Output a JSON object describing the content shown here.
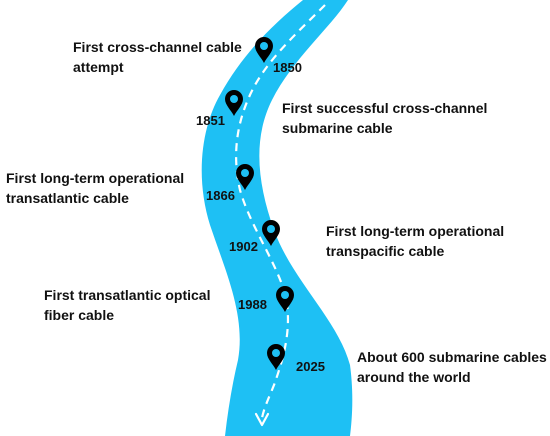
{
  "river": {
    "fill_color": "#1ec0f4",
    "path_color": "#ffffff",
    "marker_color": "#000000"
  },
  "milestones": [
    {
      "year": "1850",
      "label_lines": [
        "First cross-channel cable",
        "attempt"
      ]
    },
    {
      "year": "1851",
      "label_lines": [
        "First successful cross-channel",
        "submarine cable"
      ]
    },
    {
      "year": "1866",
      "label_lines": [
        "First long-term operational",
        "transatlantic cable"
      ]
    },
    {
      "year": "1902",
      "label_lines": [
        "First long-term operational",
        "transpacific cable"
      ]
    },
    {
      "year": "1988",
      "label_lines": [
        "First transatlantic  optical",
        "fiber cable"
      ]
    },
    {
      "year": "2025",
      "label_lines": [
        "About 600 submarine cables",
        "around the world"
      ]
    }
  ]
}
